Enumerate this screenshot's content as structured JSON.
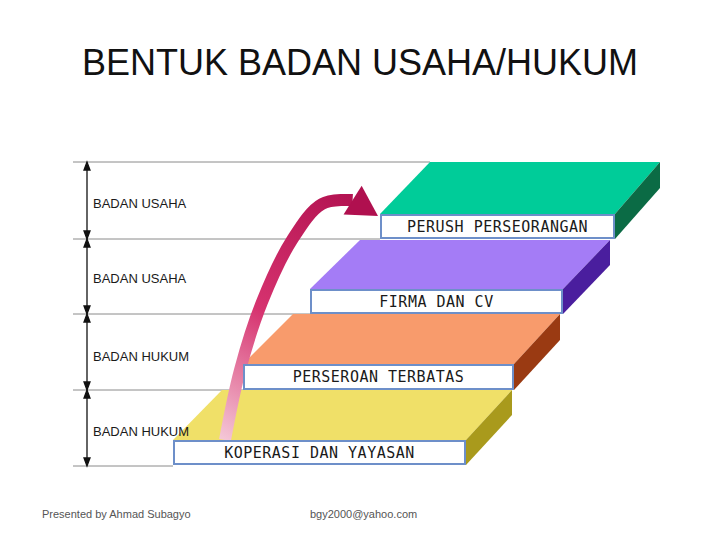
{
  "diagram": {
    "title": "BENTUK BADAN USAHA/HUKUM",
    "nodes": [
      {
        "text": [
          "PERUSH PERSEORANGAN"
        ]
      },
      {
        "text": [
          "FIRMA DAN CV"
        ]
      },
      {
        "text": [
          "PERSEROAN TERBATAS"
        ]
      },
      {
        "text": [
          "KOPERASI DAN YAYASAN"
        ]
      }
    ],
    "edges": [
      {
        "from": 3,
        "to": 0,
        "arrow": "to"
      }
    ],
    "labels": [
      "BADAN USAHA",
      "BADAN USAHA",
      "BADAN HUKUM",
      "BADAN HUKUM",
      "Presented by Ahmad Subagyo",
      "bgy2000@yahoo.com"
    ]
  }
}
